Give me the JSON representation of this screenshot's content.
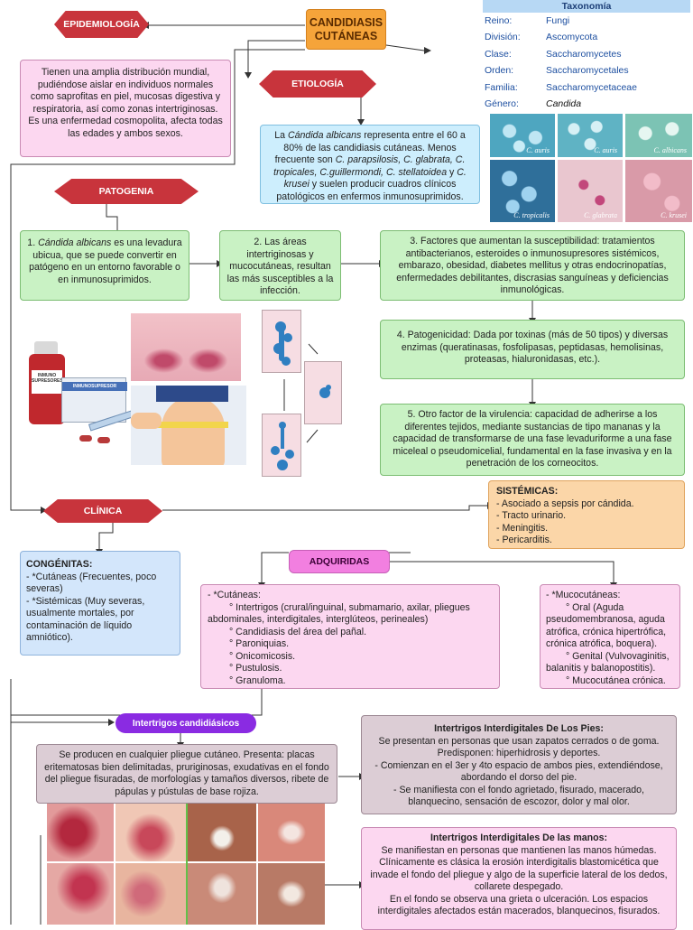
{
  "title": {
    "line1": "CANDIDIASIS",
    "line2": "CUTÁNEAS"
  },
  "headings": {
    "epidemiologia": "EPIDEMIOLOGÍA",
    "etiologia": "ETIOLOGÍA",
    "patogenia": "PATOGENIA",
    "clinica": "CLÍNICA",
    "adquiridas": "ADQUIRIDAS",
    "intertrigos": "Intertrigos candidiásicos"
  },
  "taxonomy": {
    "header": "Taxonomía",
    "rows": [
      {
        "k": "Reino:",
        "v": "Fungi"
      },
      {
        "k": "División:",
        "v": "Ascomycota"
      },
      {
        "k": "Clase:",
        "v": "Saccharomycetes"
      },
      {
        "k": "Orden:",
        "v": "Saccharomycetales"
      },
      {
        "k": "Familia:",
        "v": "Saccharomycetaceae"
      },
      {
        "k": "Género:",
        "v": "Candida"
      }
    ]
  },
  "culture_labels": [
    "C. auris",
    "C. auris",
    "C. albicans",
    "C. tropicalis",
    "C. glabrata",
    "C. krusei"
  ],
  "epidemiologia_text": "Tienen una amplia distribución mundial, pudiéndose aislar en individuos normales como saprofitas en piel, mucosas digestiva y respiratoria, así como zonas intertriginosas.\nEs una enfermedad cosmopolita, afecta todas las edades y ambos sexos.",
  "etiologia": {
    "p1": "La ",
    "species": "Cándida albicans",
    "p2": " representa entre el 60 a 80% de las candidiasis cutáneas. Menos frecuente son ",
    "others": "C. parapsilosis, C. glabrata, C. tropicales, C.guillermondi, C. stellatoidea",
    "p3": " y ",
    "krusei": "C. krusei",
    "p4": " y suelen producir cuadros clínicos patológicos en enfermos inmunosuprimidos."
  },
  "patogenia": {
    "p1_num": "1. ",
    "p1_species": "Cándida albicans",
    "p1_rest": " es una levadura ubicua, que se puede convertir en patógeno en un entorno favorable o en inmunosuprimidos.",
    "p2": "2. Las áreas intertriginosas y mucocutáneas, resultan las más susceptibles a la infección.",
    "p3": "3. Factores que aumentan la susceptibilidad: tratamientos antibacterianos, esteroides o inmunosupresores sistémicos, embarazo, obesidad, diabetes mellitus y otras endocrinopatías, enfermedades debilitantes, discrasias sanguíneas y deficiencias inmunológicas.",
    "p4": "4. Patogenicidad: Dada por toxinas (más de 50 tipos) y diversas enzimas (queratinasas, fosfolipasas, peptidasas, hemolisinas, proteasas, hialuronidasas, etc.).",
    "p5": "5. Otro factor de la virulencia: capacidad de adherirse a los diferentes tejidos, mediante sustancias de tipo mananas y la capacidad de transformarse de una fase levaduriforme a una fase miceleal o pseudomicelial, fundamental en la fase invasiva y en la penetración de los corneocitos."
  },
  "drug_labels": {
    "bottle": "INMUNO SUPRESORES",
    "box": "INMUNOSUPRESOR"
  },
  "sistemicas": {
    "title": "SISTÉMICAS:",
    "items": [
      "- Asociado a sepsis por cándida.",
      "- Tracto urinario.",
      "- Meningitis.",
      "- Pericarditis."
    ]
  },
  "congenitas": {
    "title": "CONGÉNITAS:",
    "items": [
      "- *Cutáneas (Frecuentes, poco severas)",
      "- *Sistémicas (Muy  severas, usualmente mortales, por contaminación de líquido amniótico)."
    ]
  },
  "cutaneas": {
    "title": "- *Cutáneas:",
    "items": [
      "° Intertrigos (crural/inguinal, submamario, axilar, pliegues abdominales, interdigitales, interglúteos, perineales)",
      "° Candidiasis del área del pañal.",
      "° Paroniquias.",
      "° Onicomicosis.",
      "° Pustulosis.",
      "° Granuloma."
    ]
  },
  "mucocutaneas": {
    "title": "- *Mucocutáneas:",
    "items": [
      "° Oral (Aguda pseudomembranosa, aguda atrófica, crónica hipertrófica, crónica atrófica, boquera).",
      "° Genital (Vulvovaginitis, balanitis y balanopostitis).",
      "° Mucocutánea crónica."
    ]
  },
  "intertrigos_text": "Se producen en cualquier pliegue cutáneo. Presenta: placas eritematosas bien delimitadas, pruriginosas, exudativas en el fondo del pliegue fisuradas, de morfologías y tamaños diversos, ribete de pápulas y pústulas de base rojiza.",
  "pies": {
    "title": "Intertrigos Interdigitales De Los Pies:",
    "lines": [
      "Se presentan en personas que usan zapatos cerrados o de goma. Predisponen: hiperhidrosis y deportes.",
      "- Comienzan en el 3er y 4to espacio de ambos pies, extendiéndose, abordando el dorso del pie.",
      "- Se manifiesta con el fondo agrietado, fisurado, macerado, blanquecino, sensación de escozor, dolor y mal olor."
    ]
  },
  "manos": {
    "title": "Intertrigos Interdigitales De las manos:",
    "lines": [
      "Se manifiestan en personas que mantienen las manos húmedas. Clínicamente es clásica la erosión interdigitalis blastomicética que invade el fondo del pliegue y algo de la superficie lateral de los dedos, collarete despegado.",
      "En el fondo se observa una grieta o ulceración. Los espacios interdigitales afectados están macerados, blanquecinos, fisurados."
    ]
  },
  "colors": {
    "hex_red": "#c8343c",
    "pink_box": "#fcd7f0",
    "green_box": "#c9f2c4",
    "orange_title": "#f5a43a",
    "magenta_pill": "#f27fe0",
    "purple_pill": "#8a2be2"
  }
}
